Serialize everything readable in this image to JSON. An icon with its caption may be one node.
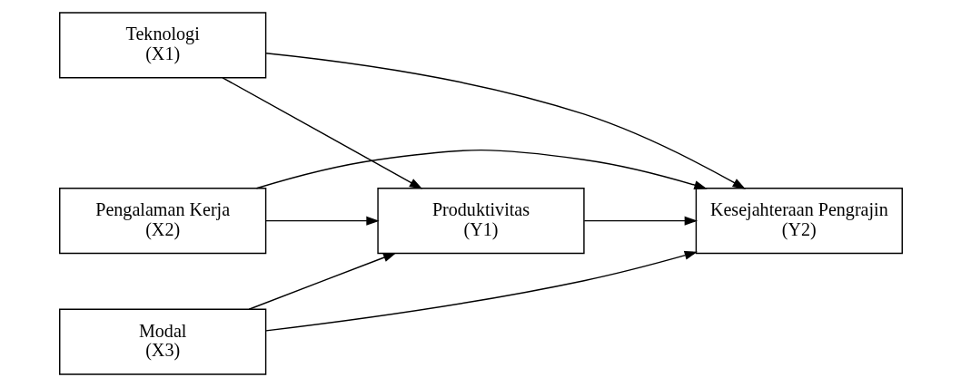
{
  "diagram": {
    "nodes": [
      {
        "text": [
          "Teknologi",
          "(X1)"
        ]
      },
      {
        "text": [
          "Pengalaman Kerja",
          "(X2)"
        ]
      },
      {
        "text": [
          "Modal",
          "(X3)"
        ]
      },
      {
        "text": [
          "Produktivitas",
          "(Y1)"
        ]
      },
      {
        "text": [
          "Kesejahteraan Pengrajin",
          "(Y2)"
        ]
      }
    ],
    "edges": [
      {
        "from": 0,
        "to": 3,
        "arrow": "to"
      },
      {
        "from": 0,
        "to": 4,
        "arrow": "to"
      },
      {
        "from": 1,
        "to": 3,
        "arrow": "to"
      },
      {
        "from": 3,
        "to": 4,
        "arrow": "to"
      },
      {
        "from": 1,
        "to": 4,
        "arrow": "to"
      },
      {
        "from": 2,
        "to": 3,
        "arrow": "to"
      },
      {
        "from": 2,
        "to": 4,
        "arrow": "to"
      }
    ]
  }
}
